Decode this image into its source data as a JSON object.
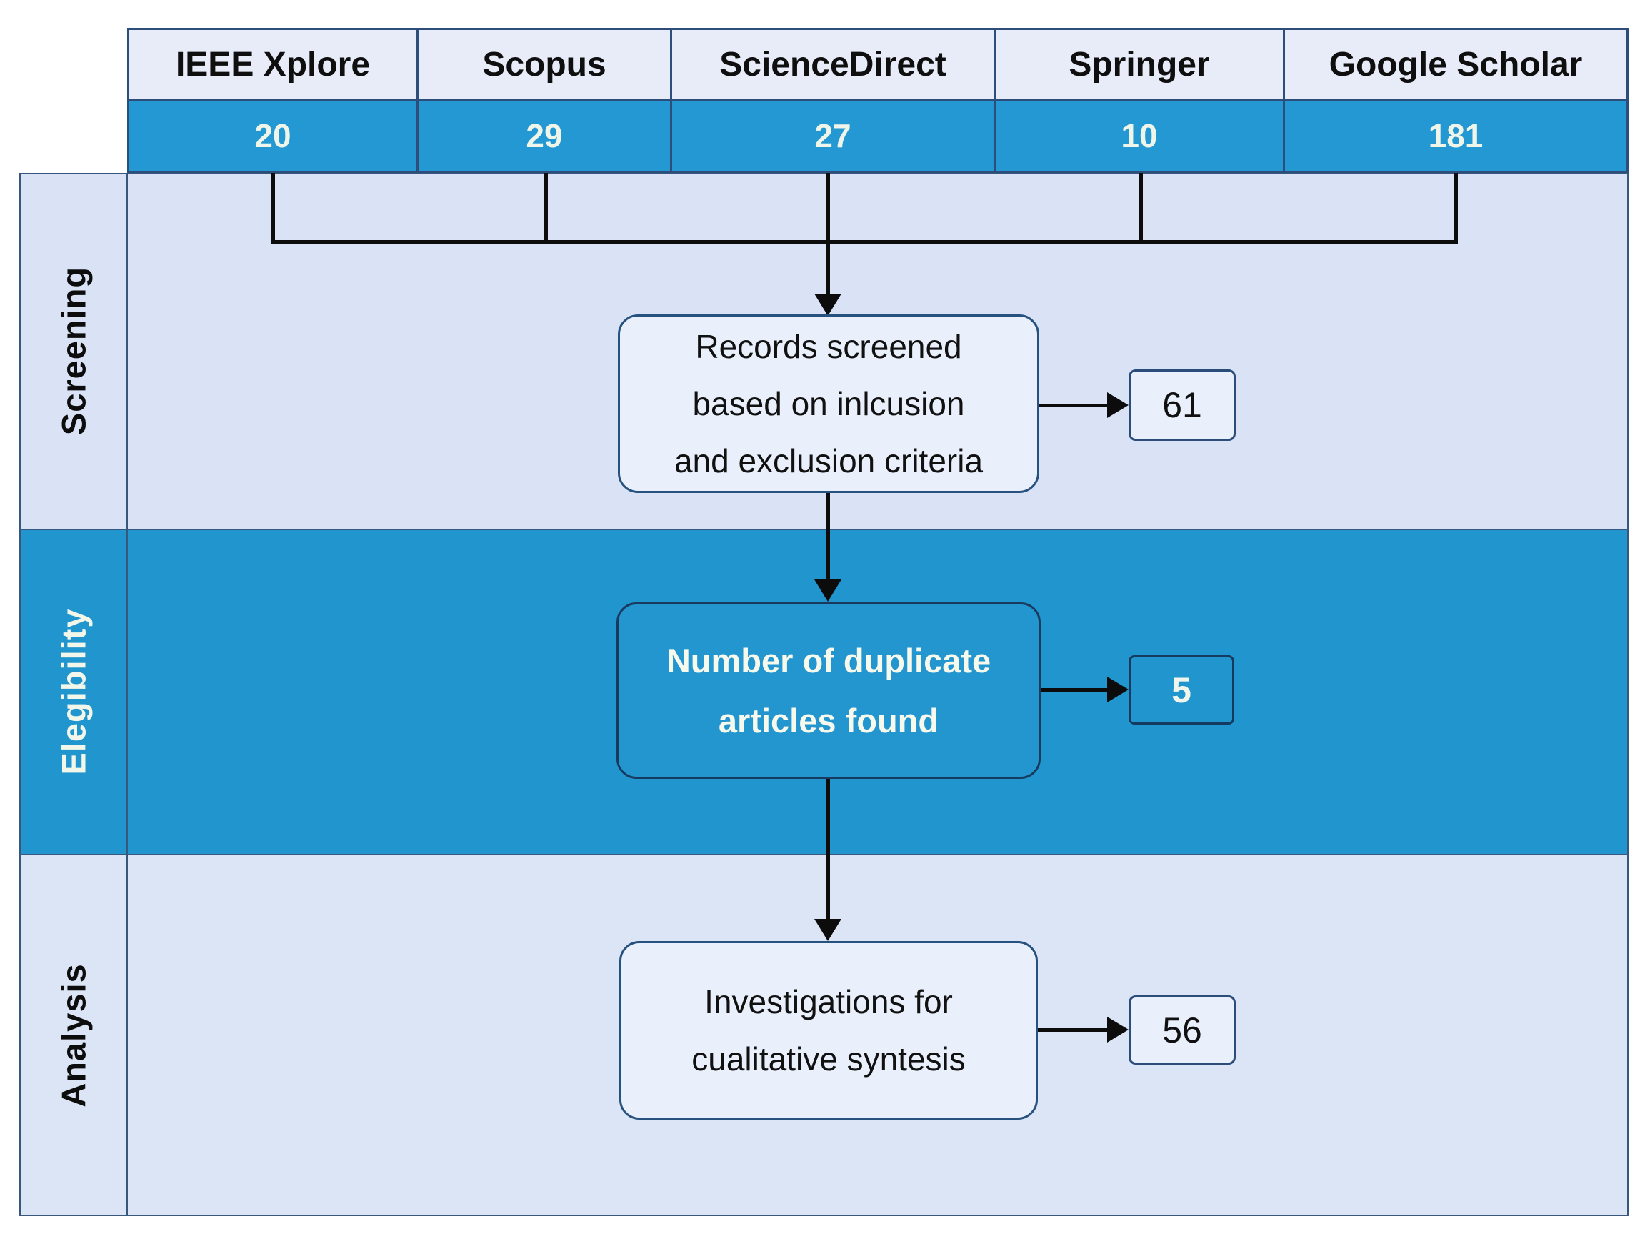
{
  "header": {
    "columns": [
      {
        "name": "IEEE Xplore",
        "count": "20"
      },
      {
        "name": "Scopus",
        "count": "29"
      },
      {
        "name": "ScienceDirect",
        "count": "27"
      },
      {
        "name": "Springer",
        "count": "10"
      },
      {
        "name": "Google Scholar",
        "count": "181"
      }
    ]
  },
  "stages": {
    "screening": {
      "label": "Screening",
      "box_lines": [
        "Records screened",
        "based on inlcusion",
        "and exclusion criteria"
      ],
      "result": "61"
    },
    "eligibility": {
      "label": "Elegibility",
      "box_lines": [
        "Number of duplicate",
        "articles found"
      ],
      "result": "5"
    },
    "analysis": {
      "label": "Analysis",
      "box_lines": [
        "Investigations for",
        "cualitative syntesis"
      ],
      "result": "56"
    }
  },
  "colors": {
    "accent_blue": "#2095ce",
    "numbers_row_blue": "#2398d3",
    "light_band": "#d9e3f5",
    "box_fill_light": "#e9effb",
    "border_navy": "#2d4e7a",
    "line_black": "#0c0c0c",
    "count_text": "#eff5e9"
  }
}
